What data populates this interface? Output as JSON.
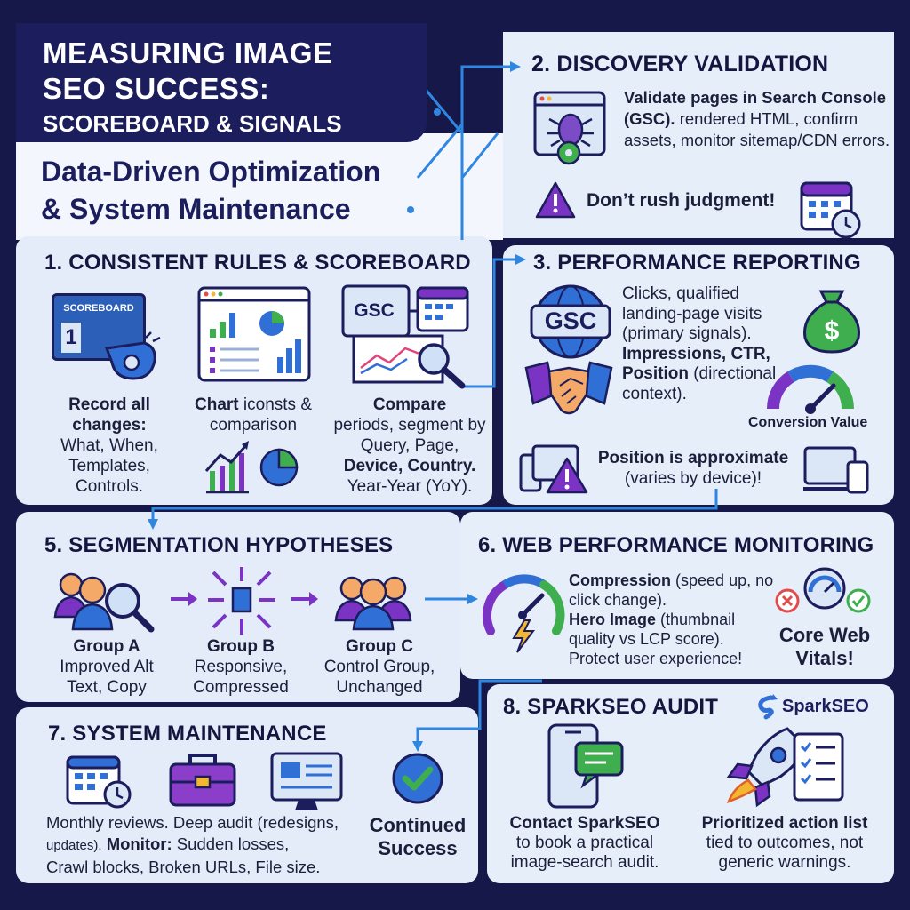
{
  "header": {
    "title_line1": "MEASURING IMAGE",
    "title_line2": "SEO SUCCESS:",
    "title_line3": "SCOREBOARD & SIGNALS",
    "subtitle_line1": "Data-Driven Optimization",
    "subtitle_line2": "& System Maintenance"
  },
  "s1": {
    "title": "1. CONSISTENT RULES & SCOREBOARD",
    "scoreboard_label": "SCOREBOARD",
    "scoreboard_digit": "1",
    "col1": {
      "bold": "Record all changes:",
      "text": "What, When, Templates, Controls."
    },
    "col2": {
      "bold": "Chart",
      "text": " iconsts & comparison"
    },
    "col3": {
      "bold": "Compare",
      "text1": "periods, segment by Query, Page,",
      "bold2": "Device, Country.",
      "text2": "Year-Year (YoY)."
    },
    "gsc_label": "GSC"
  },
  "s2": {
    "title": "2. DISCOVERY VALIDATION",
    "bold": "Validate pages in Search Console (GSC).",
    "text": "rendered HTML, confirm assets, monitor sitemap/CDN errors.",
    "warning": "Don’t rush judgment!"
  },
  "s3": {
    "title": "3. PERFORMANCE REPORTING",
    "gsc_label": "GSC",
    "text1": "Clicks, qualified landing-page visits (primary signals).",
    "bold": "Impressions, CTR, Position",
    "text2": "(directional context).",
    "conversion": "Conversion Value",
    "position_bold": "Position is approximate",
    "position_text": "(varies by device)!"
  },
  "s5": {
    "title": "5. SEGMENTATION HYPOTHESES",
    "groups": [
      {
        "name": "Group A",
        "desc1": "Improved Alt",
        "desc2": "Text, Copy"
      },
      {
        "name": "Group B",
        "desc1": "Responsive,",
        "desc2": "Compressed"
      },
      {
        "name": "Group C",
        "desc1": "Control Group,",
        "desc2": "Unchanged"
      }
    ]
  },
  "s6": {
    "title": "6. WEB PERFORMANCE MONITORING",
    "bold1": "Compression",
    "text1": " (speed up, no click change).",
    "bold2": "Hero Image",
    "text2": " (thumbnail quality vs LCP score).",
    "text3": "Protect user experience!",
    "cwv": "Core Web Vitals!"
  },
  "s7": {
    "title": "7. SYSTEM MAINTENANCE",
    "text1": "Monthly reviews. Deep audit (redesigns,",
    "text2": "updates).",
    "bold": "Monitor:",
    "text3": " Sudden losses,",
    "text4": "Crawl blocks, Broken URLs, File size.",
    "success1": "Continued",
    "success2": "Success"
  },
  "s8": {
    "title": "8. SPARKSEO AUDIT",
    "logo": "SparkSEO",
    "col1_bold": "Contact SparkSEO",
    "col1_text": "to book a practical image-search audit.",
    "col2_bold": "Prioritized action list",
    "col2_text": "tied to outcomes, not generic warnings."
  },
  "colors": {
    "navy": "#1c1d5c",
    "blue": "#2f6fd6",
    "purple": "#6a2fb0",
    "green": "#2e9e48",
    "panel": "#e8effa"
  }
}
